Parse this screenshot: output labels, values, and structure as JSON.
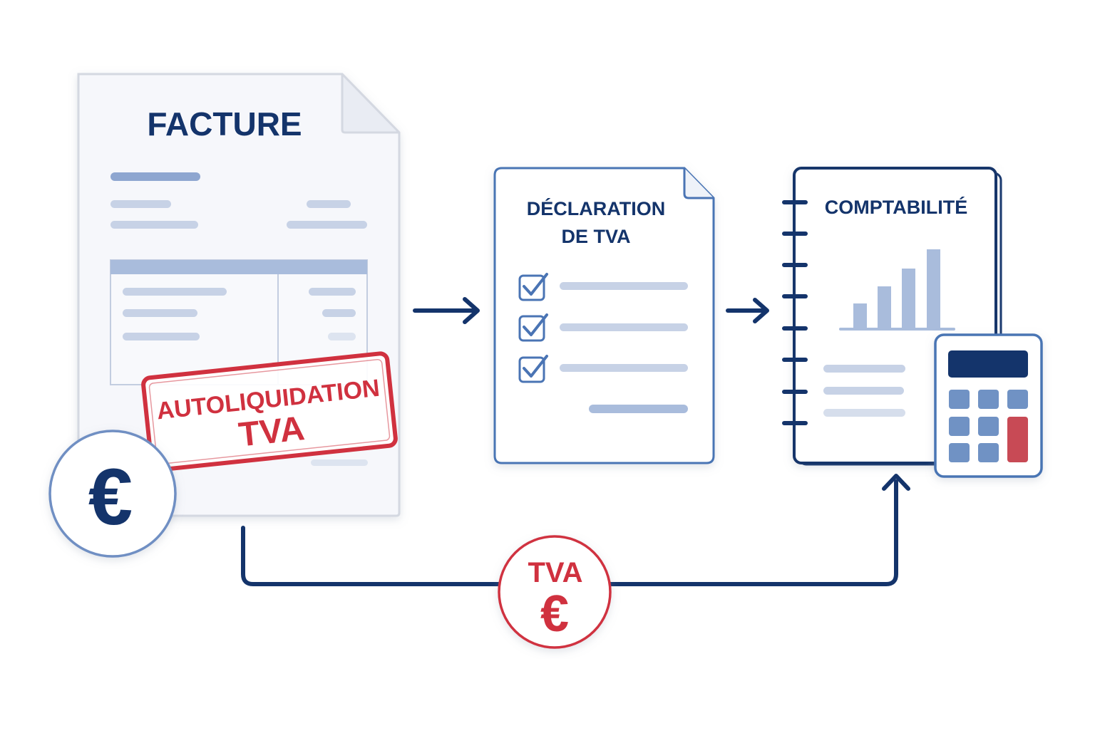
{
  "colors": {
    "navy": "#14346b",
    "mid_blue": "#4a74b4",
    "light_blue": "#b7c6e0",
    "bar_blue": "#a9bcdc",
    "red": "#d0313f",
    "paper": "#f6f7fb",
    "paper_border": "#d8dce5"
  },
  "invoice": {
    "title": "FACTURE",
    "stamp_line1": "AUTOLIQUIDATION",
    "stamp_line2": "TVA",
    "currency_symbol": "€"
  },
  "declaration": {
    "title_line1": "DÉCLARATION",
    "title_line2": "DE TVA"
  },
  "accounting": {
    "title": "COMPTABILITÉ"
  },
  "flow_badge": {
    "label": "TVA",
    "currency_symbol": "€"
  },
  "icons": {
    "invoice": "invoice-document-icon",
    "declaration": "checklist-document-icon",
    "accounting": "ledger-notebook-icon",
    "calculator": "calculator-icon",
    "coin": "euro-coin-icon"
  }
}
